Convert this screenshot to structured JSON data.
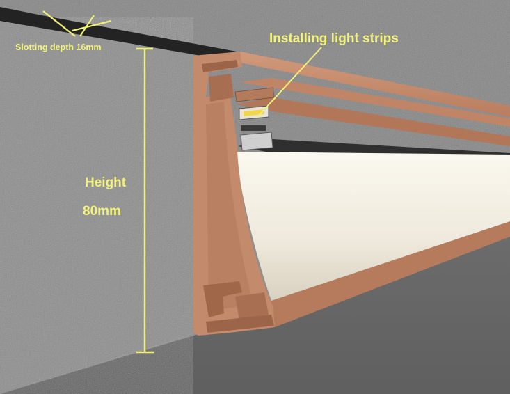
{
  "annotations": {
    "slotting_depth": "Slotting depth 16mm",
    "installing_light": "Installing light strips",
    "height_label": "Height",
    "height_value": "80mm"
  },
  "colors": {
    "wall": "#838383",
    "floor": "#6c6c6c",
    "profile": "#c48a6c",
    "profile_dark": "#9c6449",
    "diffuser": "#f1ede2",
    "annotation": "#f2f27a"
  }
}
